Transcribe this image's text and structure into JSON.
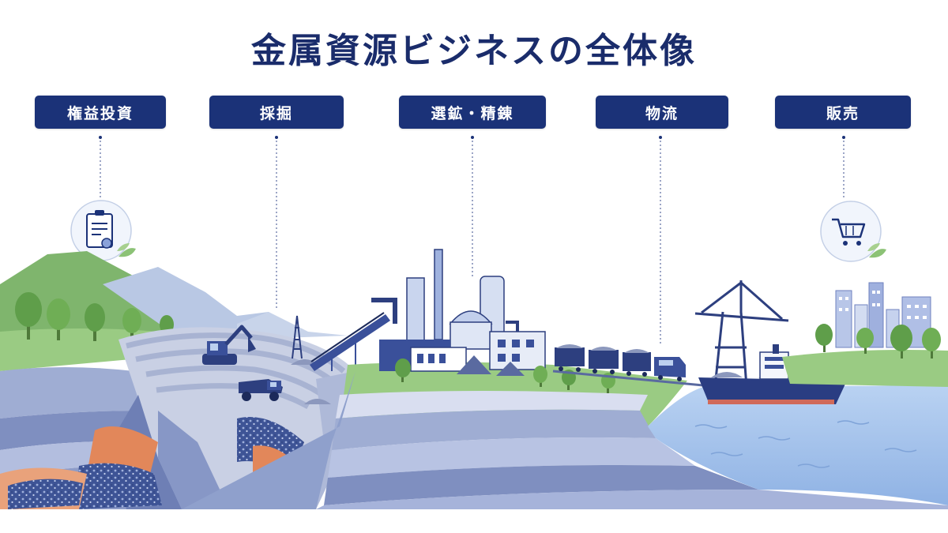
{
  "title": "金属資源ビジネスの全体像",
  "stages": [
    {
      "label": "権益投資",
      "icon": "contract-document-icon"
    },
    {
      "label": "採掘",
      "icon": "excavator-icon"
    },
    {
      "label": "選鉱・精錬",
      "icon": "refinery-plant-icon"
    },
    {
      "label": "物流",
      "icon": "freight-train-ship-icon"
    },
    {
      "label": "販売",
      "icon": "shopping-cart-icon"
    }
  ],
  "colors": {
    "navy": "#1b3278",
    "title": "#1a2c6b",
    "rock_blue": "#8e9cc8",
    "ore_orange": "#e2875a",
    "water": "#a9c6ec",
    "grass": "#8cc276"
  }
}
